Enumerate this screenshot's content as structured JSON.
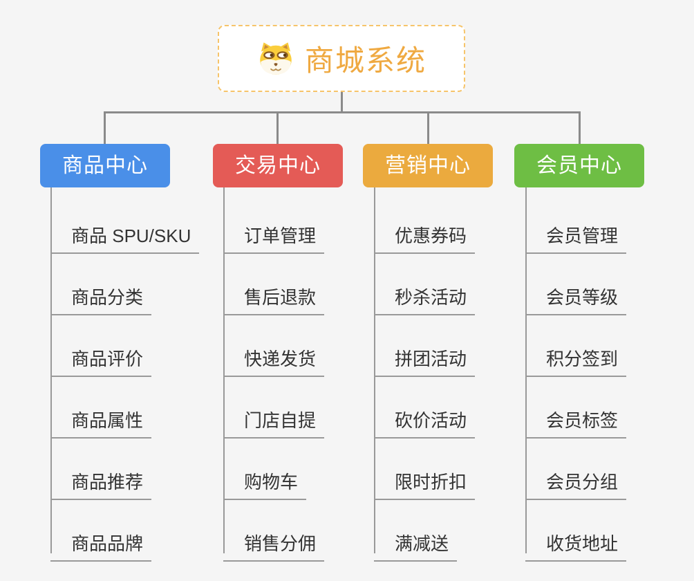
{
  "canvas": {
    "background_color": "#f5f5f5",
    "connector_color": "#8a8a8a",
    "leaf_line_color": "#999999",
    "leaf_text_color": "#333333"
  },
  "root": {
    "label": "商城系统",
    "icon": "shiba-dog-face-icon",
    "text_color": "#efa941",
    "border_color": "#f6c46a",
    "background_color": "#ffffff"
  },
  "branches": [
    {
      "label": "商品中心",
      "color": "#4a8fe8",
      "items": [
        "商品 SPU/SKU",
        "商品分类",
        "商品评价",
        "商品属性",
        "商品推荐",
        "商品品牌"
      ]
    },
    {
      "label": "交易中心",
      "color": "#e45b56",
      "items": [
        "订单管理",
        "售后退款",
        "快递发货",
        "门店自提",
        "购物车",
        "销售分佣"
      ]
    },
    {
      "label": "营销中心",
      "color": "#ebaa3e",
      "items": [
        "优惠券码",
        "秒杀活动",
        "拼团活动",
        "砍价活动",
        "限时折扣",
        "满减送"
      ]
    },
    {
      "label": "会员中心",
      "color": "#6ebe44",
      "items": [
        "会员管理",
        "会员等级",
        "积分签到",
        "会员标签",
        "会员分组",
        "收货地址"
      ]
    }
  ]
}
